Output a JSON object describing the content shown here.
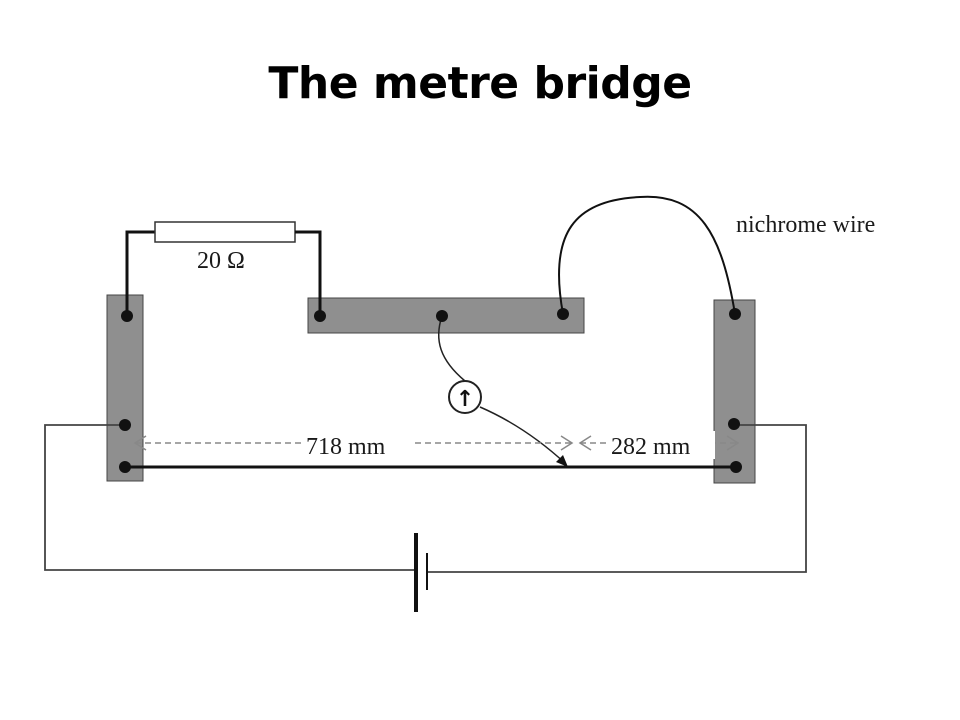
{
  "slide": {
    "title": "The metre bridge"
  },
  "diagram": {
    "resistor_label": "20 Ω",
    "wire_label": "nichrome wire",
    "left_length_label": "718 mm",
    "right_length_label": "282 mm",
    "galvanometer_symbol": "↑",
    "colors": {
      "terminal_block": "#8f8f8f",
      "wire": "#111111",
      "thin_wire": "#555555",
      "dashed_arrow": "#888888"
    }
  }
}
